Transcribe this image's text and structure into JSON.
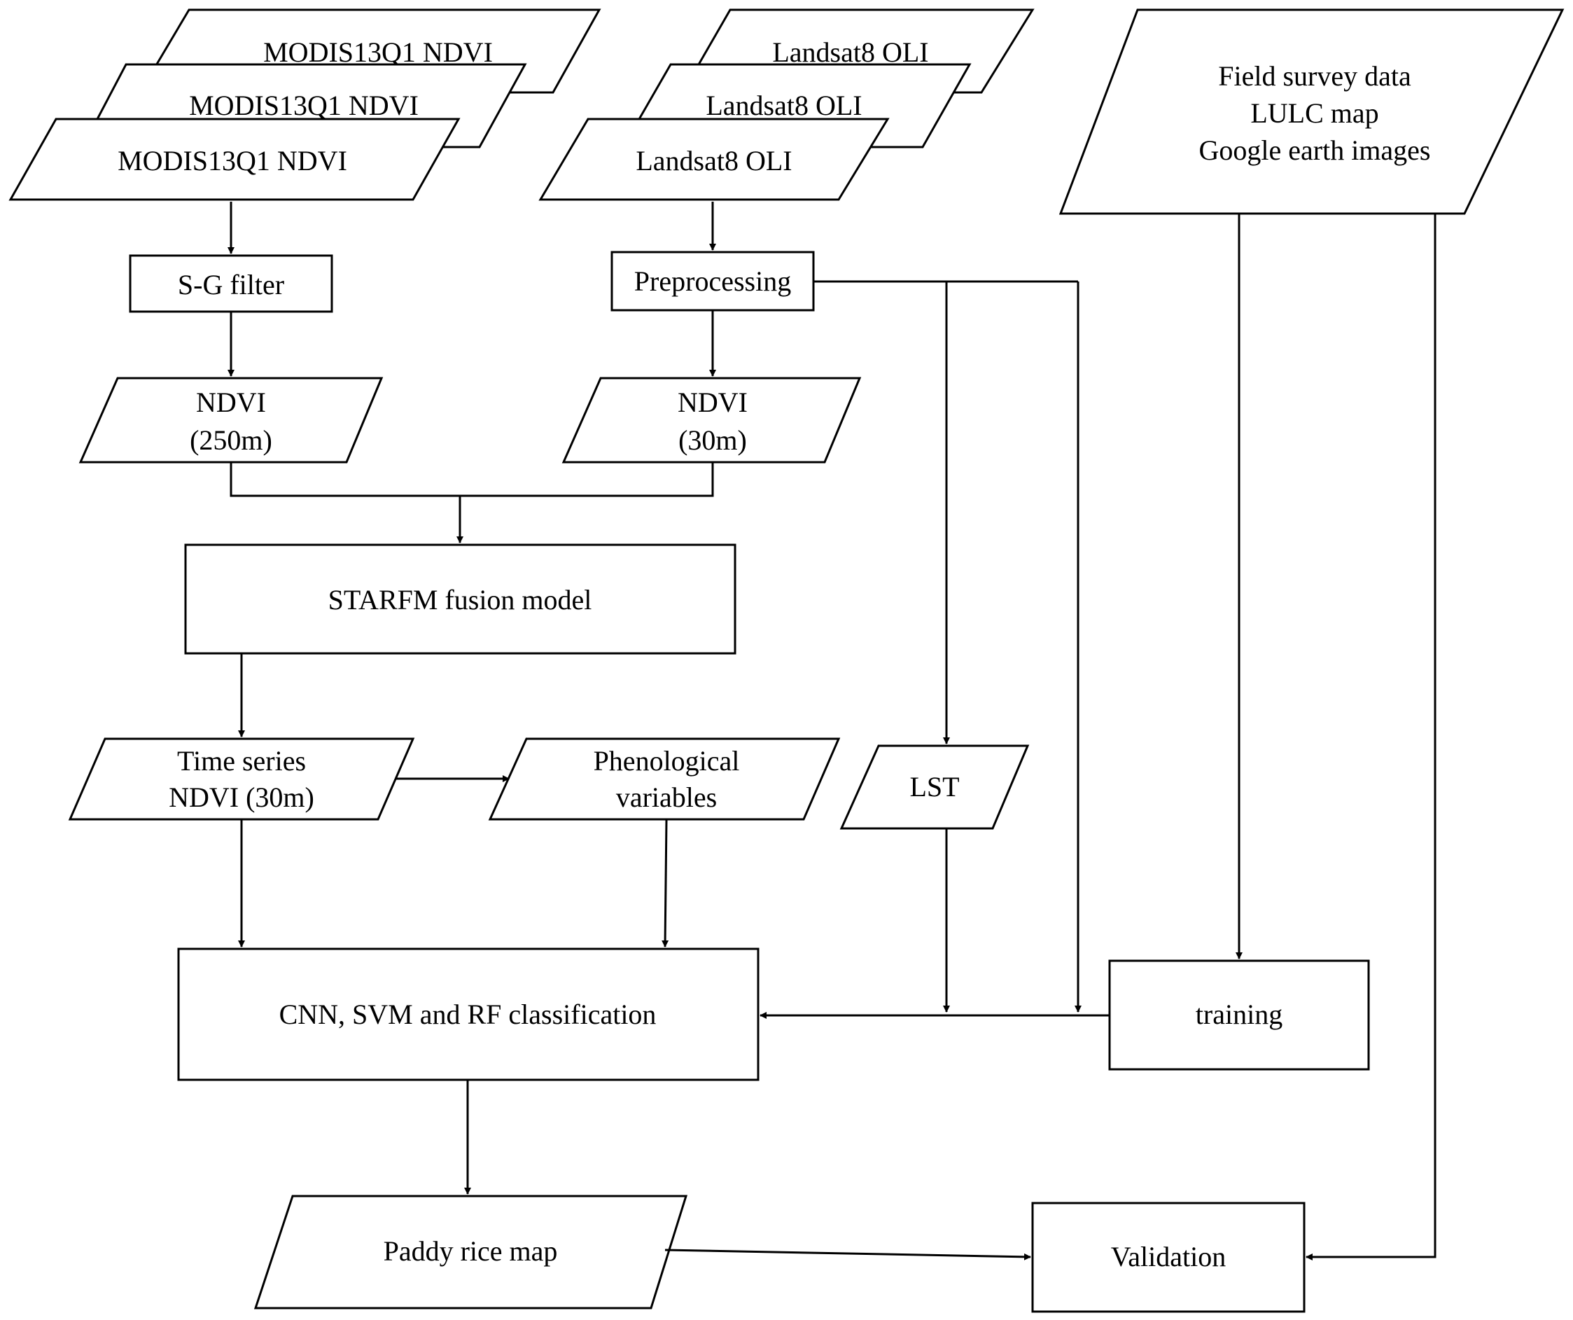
{
  "nodes": {
    "modis_a": "MODIS13Q1 NDVI",
    "modis_b": "MODIS13Q1 NDVI",
    "modis_c": "MODIS13Q1 NDVI",
    "landsat_a": "Landsat8 OLI",
    "landsat_b": "Landsat8 OLI",
    "landsat_c": "Landsat8 OLI",
    "field": [
      "Field survey data",
      "LULC map",
      "Google earth images"
    ],
    "sg_filter": "S-G filter",
    "preprocessing": "Preprocessing",
    "ndvi_250": [
      "NDVI",
      "(250m)"
    ],
    "ndvi_30": [
      "NDVI",
      "(30m)"
    ],
    "starfm": "STARFM fusion model",
    "time_series": [
      "Time series",
      "NDVI (30m)"
    ],
    "phenological": [
      "Phenological",
      "variables"
    ],
    "lst": "LST",
    "classification": "CNN, SVM and RF classification",
    "training": "training",
    "paddy": "Paddy rice map",
    "validation": "Validation"
  }
}
